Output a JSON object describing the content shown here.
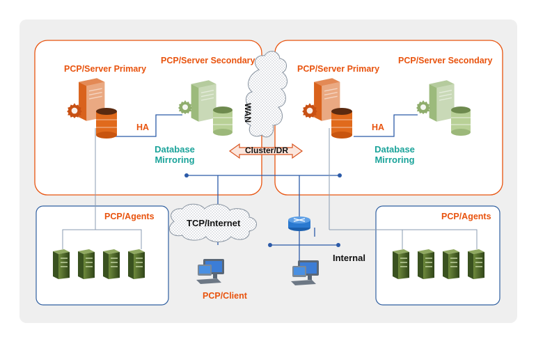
{
  "labels": {
    "left_primary": "PCP/Server Primary",
    "left_secondary": "PCP/Server Secondary",
    "right_primary": "PCP/Server Primary",
    "right_secondary": "PCP/Server Secondary",
    "left_ha": "HA",
    "right_ha": "HA",
    "left_mirroring_1": "Database",
    "left_mirroring_2": "Mirroring",
    "right_mirroring_1": "Database",
    "right_mirroring_2": "Mirroring",
    "wan": "WAN",
    "cluster": "Cluster/DR",
    "tcp_internet": "TCP/Internet",
    "left_agents": "PCP/Agents",
    "right_agents": "PCP/Agents",
    "internal": "Internal",
    "client": "PCP/Client"
  },
  "icons": {
    "primary_server": "server-gear-database-icon",
    "secondary_server": "server-gear-database-icon",
    "agent": "tower-server-icon",
    "client": "workstation-icon",
    "router": "router-icon",
    "cloud": "cloud-icon"
  },
  "colors": {
    "primary_server": "#d9621c",
    "secondary_server": "#9cba7c",
    "agent_server": "#4f6b2a",
    "cluster_border": "#e8530e",
    "agents_border": "#2f5fa0",
    "network_line": "#2b5aa8",
    "label_orange": "#e8530e",
    "label_teal": "#1aa39a",
    "background_panel": "#f0f0f0"
  }
}
